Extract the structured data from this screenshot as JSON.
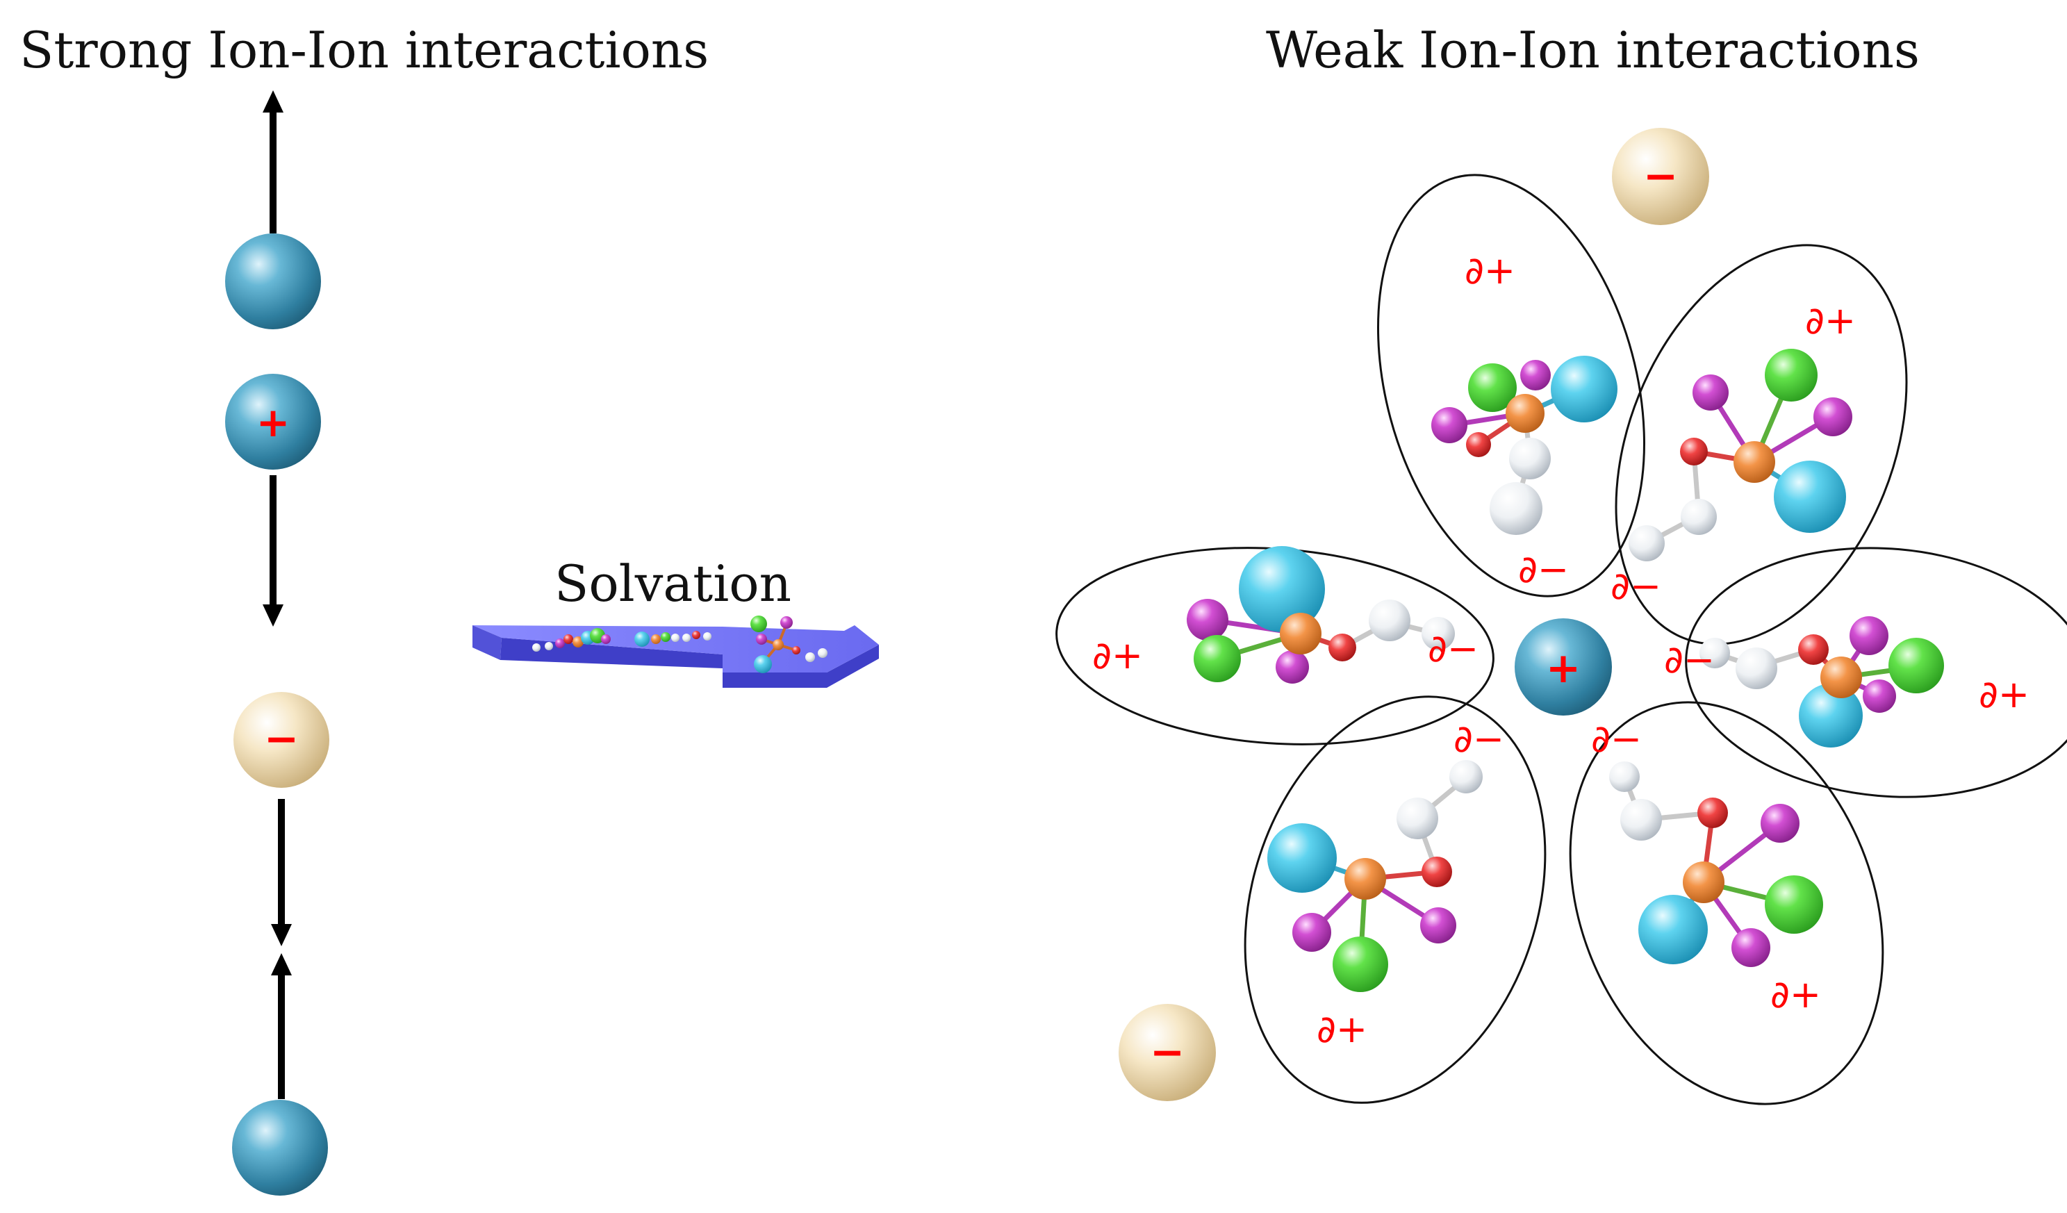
{
  "titles": {
    "left": "Strong Ion-Ion interactions",
    "right": "Weak Ion-Ion interactions"
  },
  "process": {
    "label": "Solvation"
  },
  "ion_signs": {
    "cation": "+",
    "anion": "−"
  },
  "partial_charges": {
    "positive": "∂+",
    "negative": "∂−"
  },
  "colors": {
    "cation": "#3f93b3",
    "anion": "#ecd8ad",
    "charge_text": "#ff0000",
    "arrow": "#000000",
    "arrow_band": "#6f6ff2",
    "atom_center": "#f08a3a",
    "atom_cyan": "#45c8e8",
    "atom_green": "#4fdc3a",
    "atom_magenta": "#c23dc4",
    "atom_red": "#ee3030",
    "atom_white": "#e8ecf0"
  }
}
